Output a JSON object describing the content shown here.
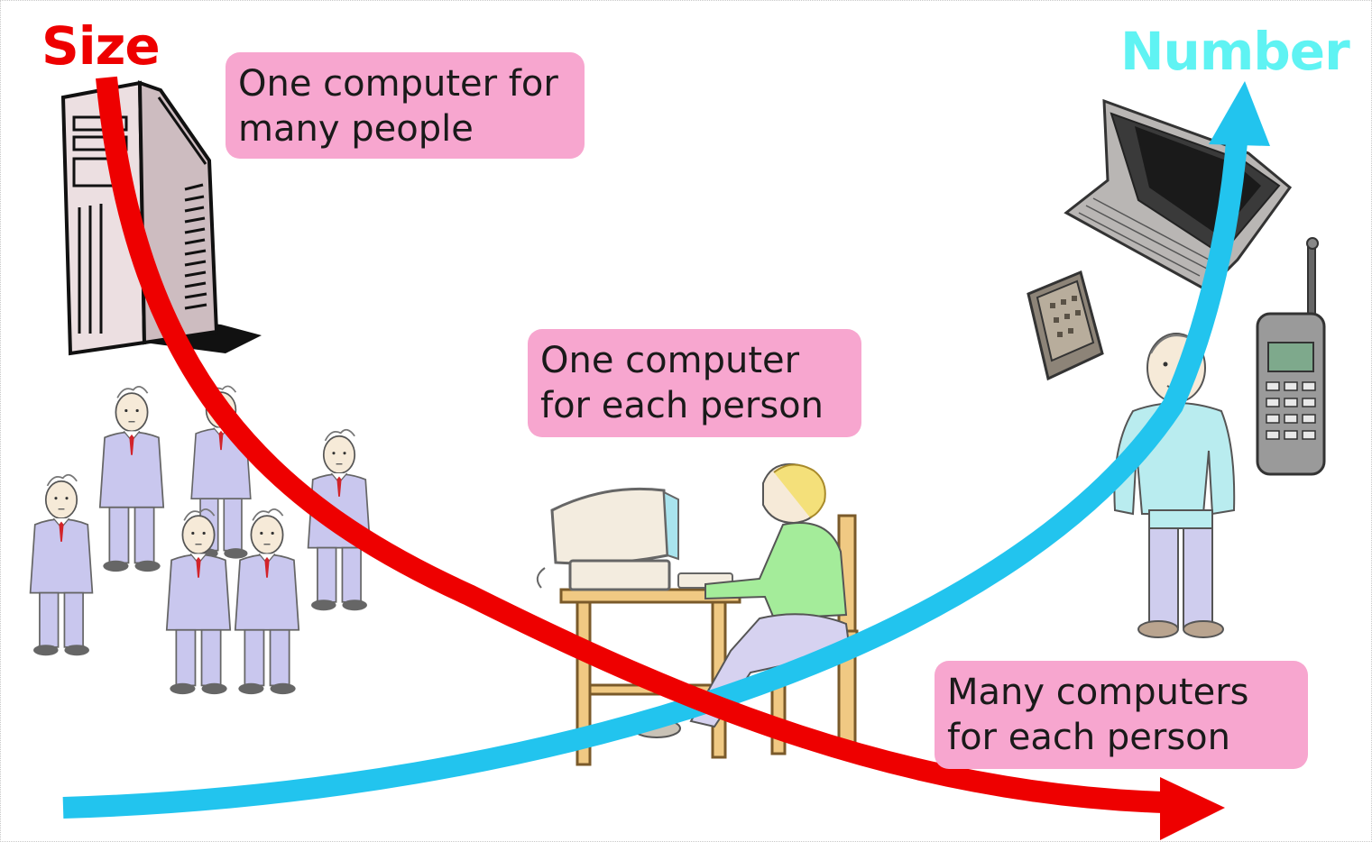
{
  "labels": {
    "size": "Size",
    "number": "Number"
  },
  "callouts": {
    "many_people": [
      "One computer for",
      "many people"
    ],
    "each_person": [
      "One computer",
      "for each person"
    ],
    "many_computers": [
      "Many computers",
      "for each person"
    ]
  },
  "colors": {
    "size": "#ee0000",
    "number": "#22c4ee",
    "number_label": "#5ff3f3",
    "callout_bg": "#f7a6cf"
  },
  "icons": [
    "server-tower-icon",
    "business-people-icon",
    "desktop-computer-user-icon",
    "laptop-icon",
    "pda-icon",
    "mobile-phone-icon",
    "person-icon"
  ]
}
